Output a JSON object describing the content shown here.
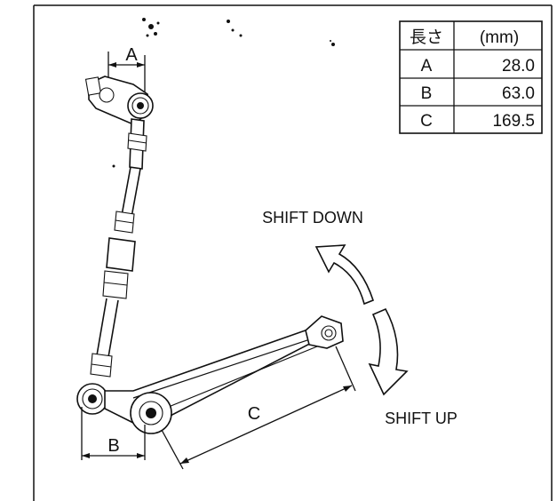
{
  "table": {
    "header": [
      "長さ",
      "(mm)"
    ],
    "rows": [
      [
        "A",
        "28.0"
      ],
      [
        "B",
        "63.0"
      ],
      [
        "C",
        "169.5"
      ]
    ]
  },
  "labels": {
    "A": "A",
    "B": "B",
    "C": "C",
    "shift_down": "SHIFT DOWN",
    "shift_up": "SHIFT UP"
  }
}
